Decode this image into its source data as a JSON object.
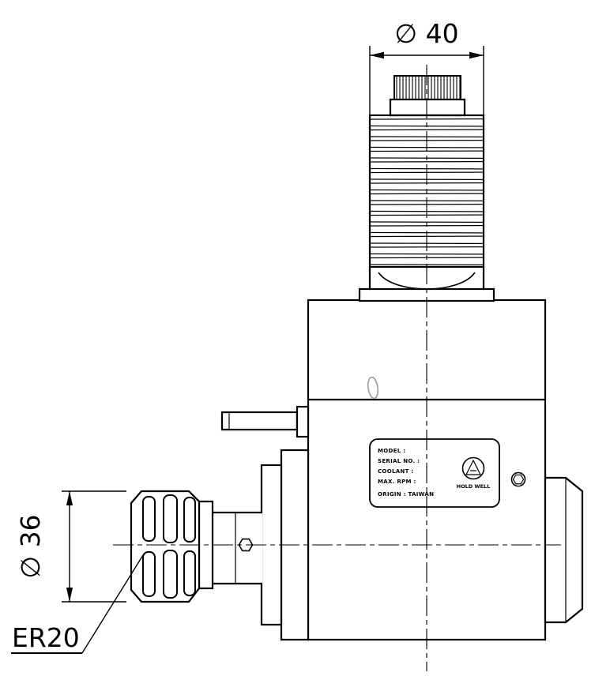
{
  "drawing": {
    "dimensions": {
      "top_diameter": "∅ 40",
      "collet_diameter": "∅ 36"
    },
    "labels": {
      "collet_type": "ER20"
    },
    "nameplate": {
      "line1": "MODEL :",
      "line2": "SERIAL NO. :",
      "line3": "COOLANT :",
      "line4": "MAX. RPM :",
      "line5": "ORIGIN : TAIWAN",
      "brand": "HOLD WELL"
    },
    "colors": {
      "line": "#000000",
      "background": "#ffffff",
      "light_detail": "#9a9a9a"
    }
  }
}
